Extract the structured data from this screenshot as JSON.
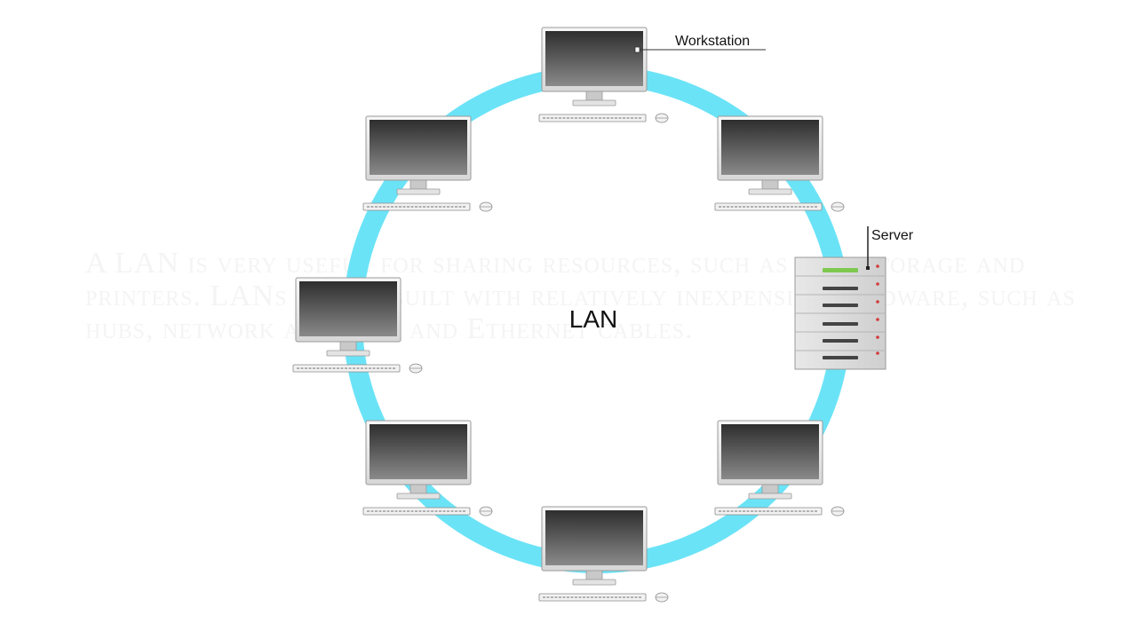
{
  "background_text": "A LAN is very useful for sharing resources, such as data storage and printers. LANs can be built with relatively inexpensive hardware, such as hubs, network adapters and Ethernet cables.",
  "diagram": {
    "center_label": "LAN",
    "workstation_label": "Workstation",
    "server_label": "Server",
    "colors": {
      "ring": "#6be3f7",
      "screen_dark": "#2e2e2e",
      "screen_light": "#8a8a8a",
      "server_led_green": "#7ec850",
      "server_led_red": "#d23a3a"
    },
    "nodes": [
      {
        "id": "workstation-top",
        "type": "workstation"
      },
      {
        "id": "workstation-upper-right",
        "type": "workstation"
      },
      {
        "id": "server",
        "type": "server"
      },
      {
        "id": "workstation-lower-right",
        "type": "workstation"
      },
      {
        "id": "workstation-bottom",
        "type": "workstation"
      },
      {
        "id": "workstation-lower-left",
        "type": "workstation"
      },
      {
        "id": "workstation-left",
        "type": "workstation"
      },
      {
        "id": "workstation-upper-left",
        "type": "workstation"
      }
    ]
  }
}
